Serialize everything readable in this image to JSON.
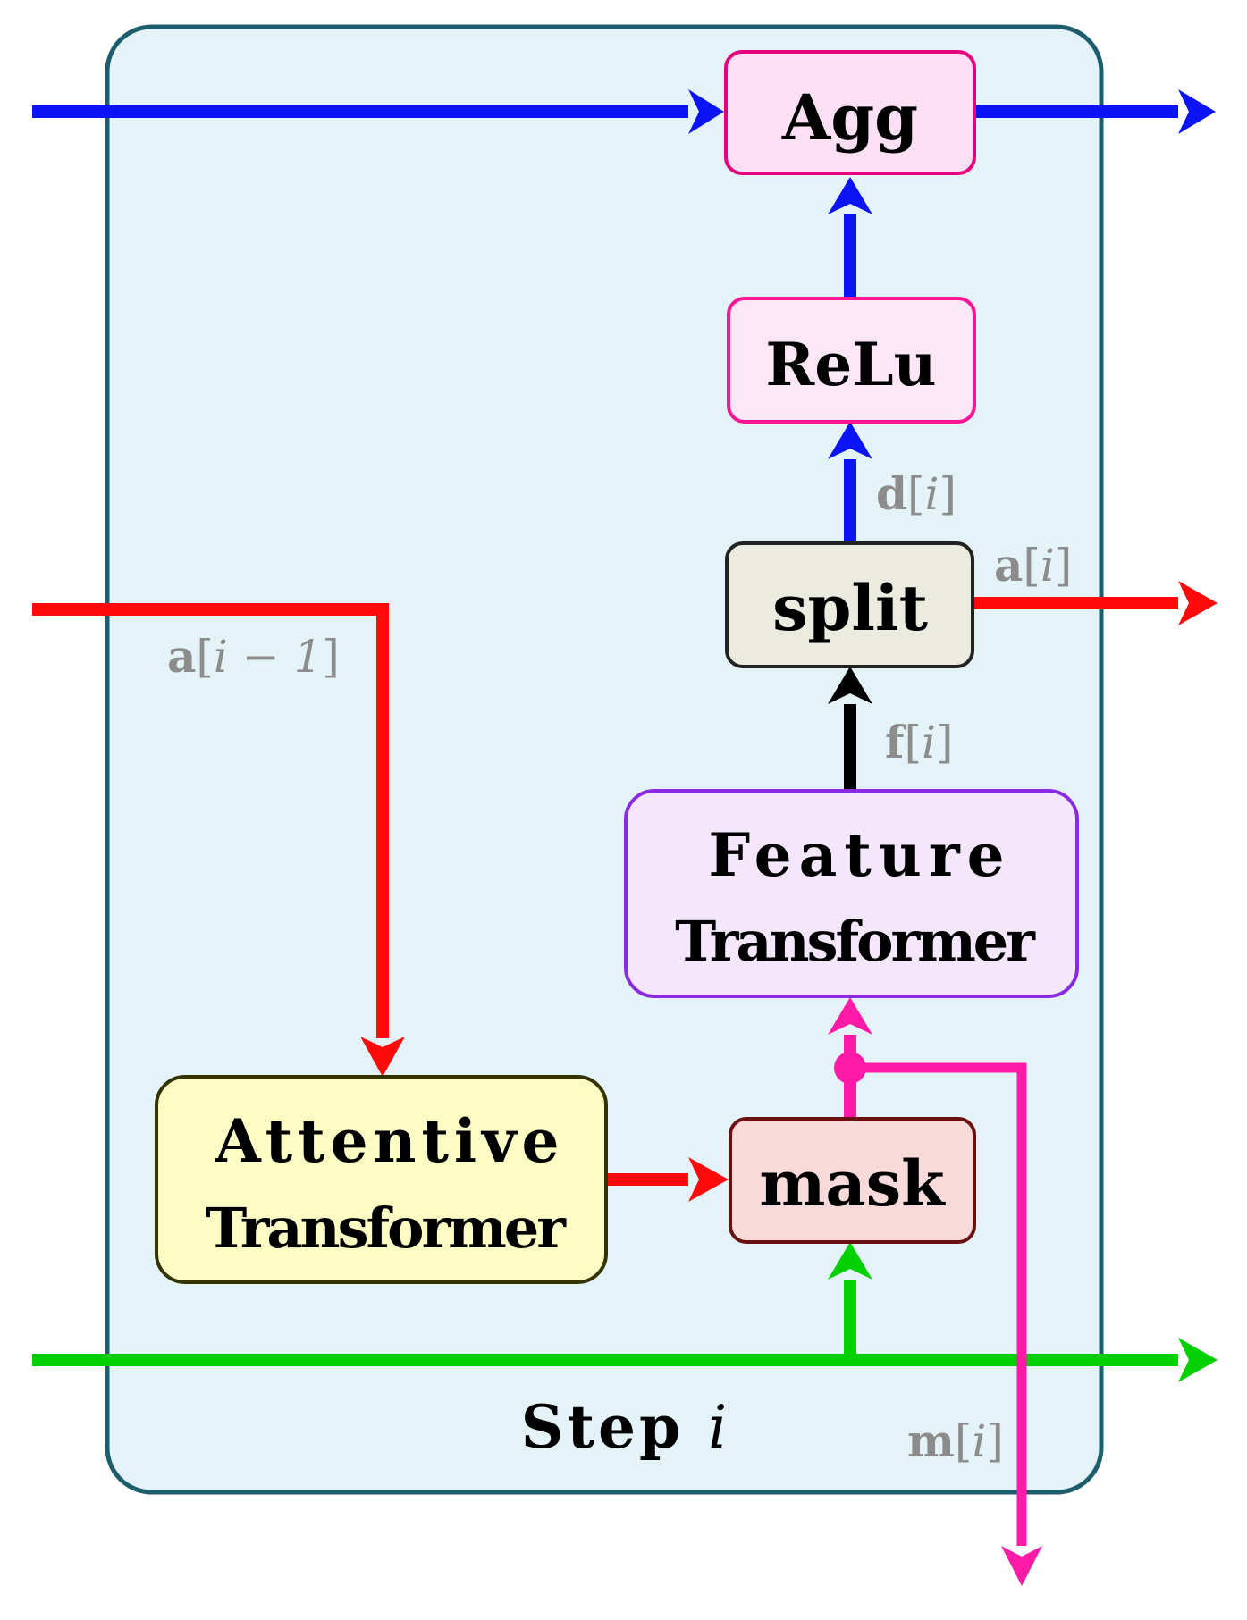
{
  "step": {
    "prefix": "Step",
    "var": "i"
  },
  "nodes": {
    "agg": {
      "label": "Agg",
      "fill": "#fde0f4",
      "stroke": "#e6007e"
    },
    "relu": {
      "label": "ReLu",
      "fill": "#fde6f6",
      "stroke": "#ff1493"
    },
    "split": {
      "label": "split",
      "fill": "#ecebe0",
      "stroke": "#222222"
    },
    "feature_transformer": {
      "line1": "Feature",
      "line2": "Transformer",
      "fill": "#f4e6fb",
      "stroke": "#8a2be2"
    },
    "attentive_transformer": {
      "line1": "Attentive",
      "line2": "Transformer",
      "fill": "#fdfcc4",
      "stroke": "#333300"
    },
    "mask": {
      "label": "mask",
      "fill": "#f8dada",
      "stroke": "#6b1010"
    }
  },
  "edge_labels": {
    "d": {
      "vec": "d",
      "idx": "i"
    },
    "a_out": {
      "vec": "a",
      "idx": "i"
    },
    "a_prev": {
      "vec": "a",
      "idx": "i − 1"
    },
    "f": {
      "vec": "f",
      "idx": "i"
    },
    "m": {
      "vec": "m",
      "idx": "i"
    }
  },
  "colors": {
    "panel_fill": "#e4f3f7",
    "panel_stroke": "#1d5e6e",
    "blue": "#0a14f5",
    "red": "#ff0a0a",
    "green": "#00d000",
    "pink": "#ff1aa8",
    "black": "#000000"
  }
}
